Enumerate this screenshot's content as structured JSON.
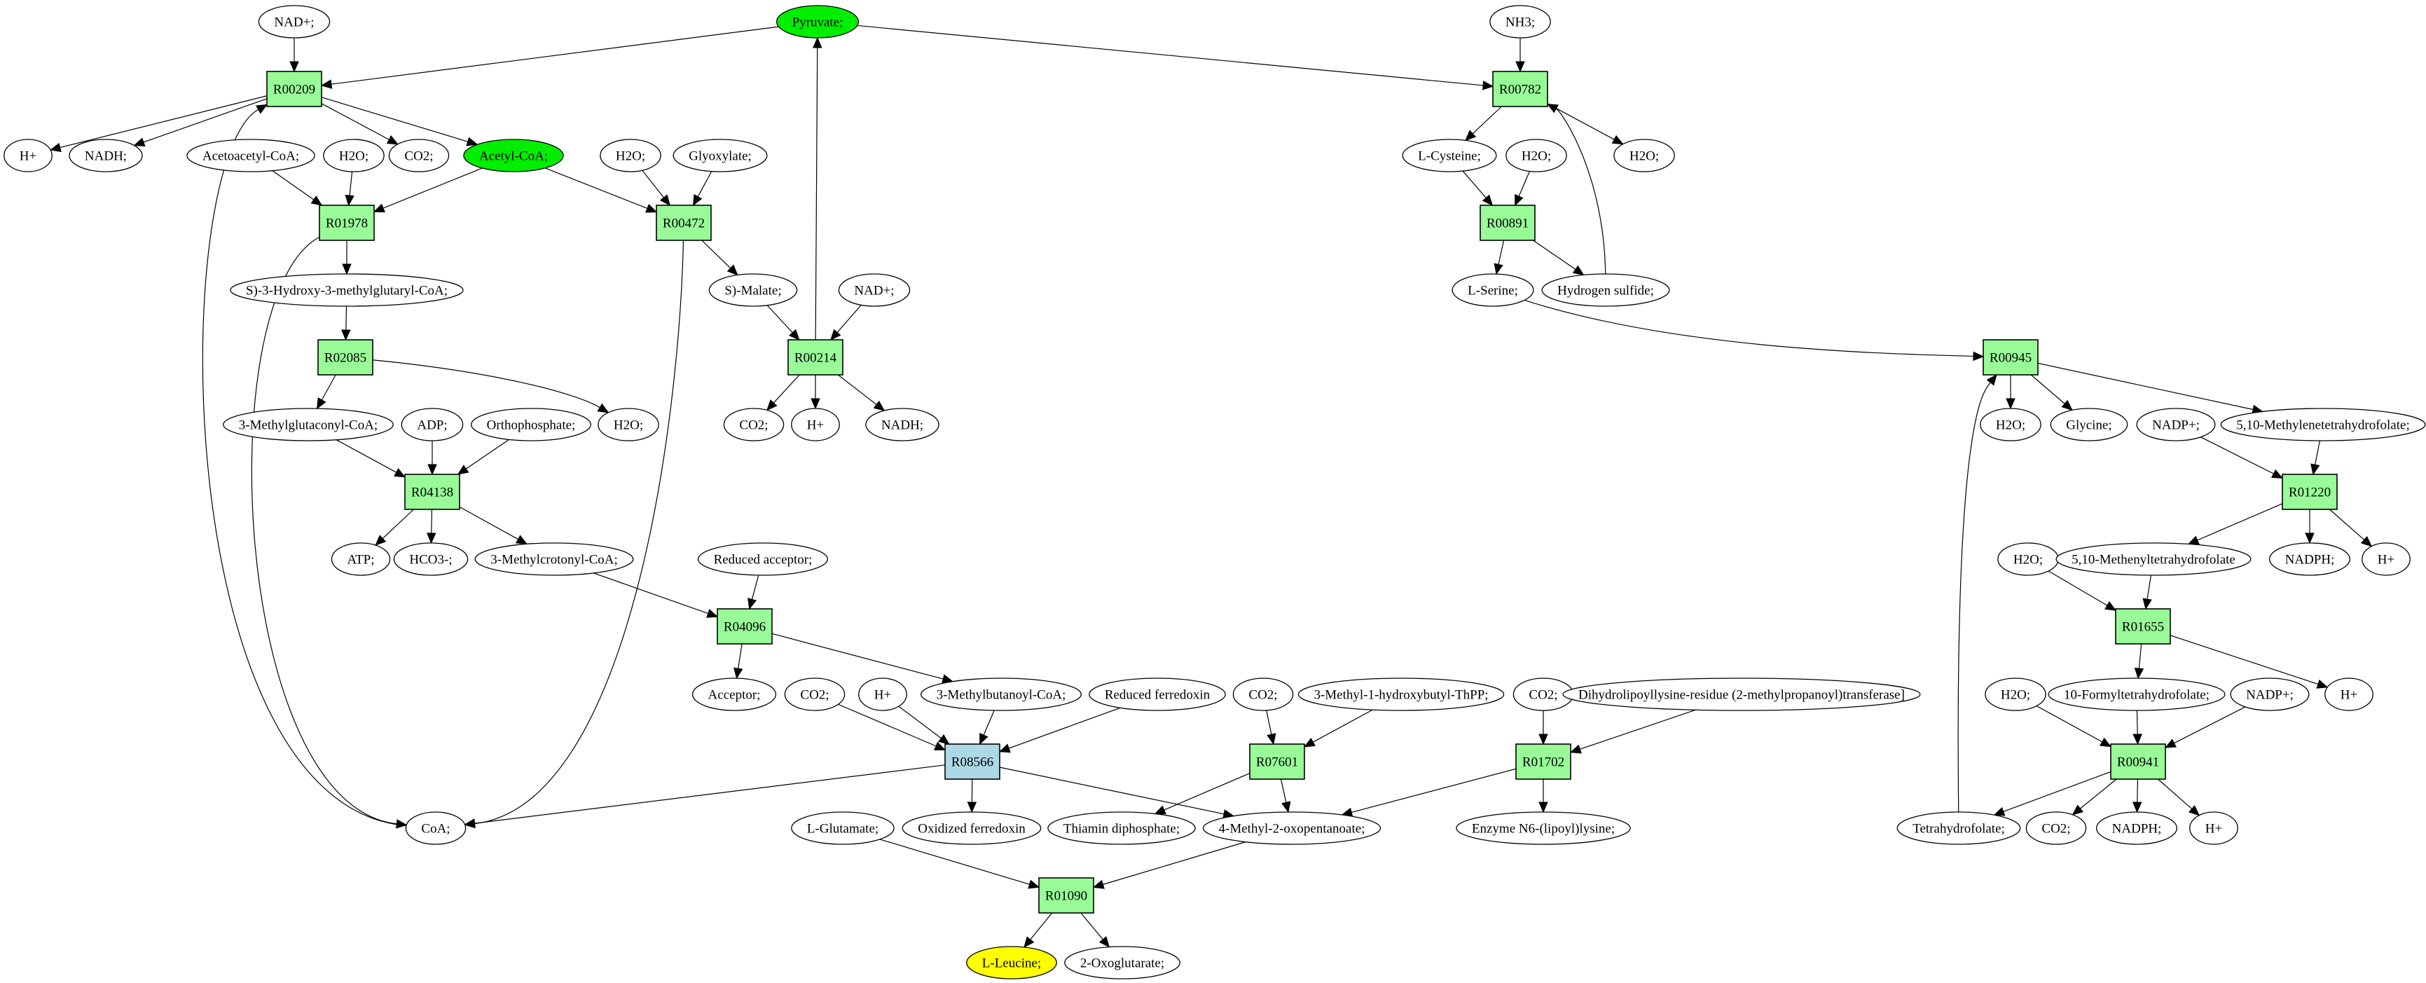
{
  "diagram": {
    "type": "metabolic-pathway-graph",
    "colors": {
      "reaction": "#98fb98",
      "reaction_highlight": "#add8e6",
      "compound": "#ffffff",
      "compound_source": "#00ee00",
      "compound_target": "#ffff00",
      "line": "#000000"
    },
    "nodes": [
      {
        "id": "nad_1",
        "label": "NAD+;",
        "kind": "compound"
      },
      {
        "id": "pyruvate",
        "label": "Pyruvate;",
        "kind": "compound",
        "style": "source"
      },
      {
        "id": "nh3",
        "label": "NH3;",
        "kind": "compound"
      },
      {
        "id": "R00209",
        "label": "R00209",
        "kind": "reaction"
      },
      {
        "id": "R00782",
        "label": "R00782",
        "kind": "reaction"
      },
      {
        "id": "hplus_1",
        "label": "H+",
        "kind": "compound"
      },
      {
        "id": "nadh_1",
        "label": "NADH;",
        "kind": "compound"
      },
      {
        "id": "acetoacetyl",
        "label": "Acetoacetyl-CoA;",
        "kind": "compound"
      },
      {
        "id": "h2o_1",
        "label": "H2O;",
        "kind": "compound"
      },
      {
        "id": "co2_1",
        "label": "CO2;",
        "kind": "compound"
      },
      {
        "id": "acetylcoa",
        "label": "Acetyl-CoA;",
        "kind": "compound",
        "style": "source"
      },
      {
        "id": "h2o_2",
        "label": "H2O;",
        "kind": "compound"
      },
      {
        "id": "glyoxylate",
        "label": "Glyoxylate;",
        "kind": "compound"
      },
      {
        "id": "lcysteine",
        "label": "L-Cysteine;",
        "kind": "compound"
      },
      {
        "id": "h2o_3",
        "label": "H2O;",
        "kind": "compound"
      },
      {
        "id": "h2o_4",
        "label": "H2O;",
        "kind": "compound"
      },
      {
        "id": "R01978",
        "label": "R01978",
        "kind": "reaction"
      },
      {
        "id": "R00472",
        "label": "R00472",
        "kind": "reaction"
      },
      {
        "id": "R00891",
        "label": "R00891",
        "kind": "reaction"
      },
      {
        "id": "hmgcoa",
        "label": "S)-3-Hydroxy-3-methylglutaryl-CoA;",
        "kind": "compound"
      },
      {
        "id": "smalate",
        "label": "S)-Malate;",
        "kind": "compound"
      },
      {
        "id": "nad_2",
        "label": "NAD+;",
        "kind": "compound"
      },
      {
        "id": "lserine",
        "label": "L-Serine;",
        "kind": "compound"
      },
      {
        "id": "h2s",
        "label": "Hydrogen sulfide;",
        "kind": "compound"
      },
      {
        "id": "R02085",
        "label": "R02085",
        "kind": "reaction"
      },
      {
        "id": "R00214",
        "label": "R00214",
        "kind": "reaction"
      },
      {
        "id": "R00945",
        "label": "R00945",
        "kind": "reaction"
      },
      {
        "id": "methylglutaconyl",
        "label": "3-Methylglutaconyl-CoA;",
        "kind": "compound"
      },
      {
        "id": "adp",
        "label": "ADP;",
        "kind": "compound"
      },
      {
        "id": "orthophosphate",
        "label": "Orthophosphate;",
        "kind": "compound"
      },
      {
        "id": "h2o_5",
        "label": "H2O;",
        "kind": "compound"
      },
      {
        "id": "co2_2",
        "label": "CO2;",
        "kind": "compound"
      },
      {
        "id": "hplus_2",
        "label": "H+",
        "kind": "compound"
      },
      {
        "id": "nadh_2",
        "label": "NADH;",
        "kind": "compound"
      },
      {
        "id": "h2o_6",
        "label": "H2O;",
        "kind": "compound"
      },
      {
        "id": "glycine",
        "label": "Glycine;",
        "kind": "compound"
      },
      {
        "id": "nadp_1",
        "label": "NADP+;",
        "kind": "compound"
      },
      {
        "id": "methylenethf",
        "label": "5,10-Methylenetetrahydrofolate;",
        "kind": "compound"
      },
      {
        "id": "R04138",
        "label": "R04138",
        "kind": "reaction"
      },
      {
        "id": "R01220",
        "label": "R01220",
        "kind": "reaction"
      },
      {
        "id": "atp",
        "label": "ATP;",
        "kind": "compound"
      },
      {
        "id": "hco3",
        "label": "HCO3-;",
        "kind": "compound"
      },
      {
        "id": "methylcrotonyl",
        "label": "3-Methylcrotonyl-CoA;",
        "kind": "compound"
      },
      {
        "id": "reducedacceptor",
        "label": "Reduced acceptor;",
        "kind": "compound"
      },
      {
        "id": "h2o_7",
        "label": "H2O;",
        "kind": "compound"
      },
      {
        "id": "methenylthf",
        "label": "5,10-Methenyltetrahydrofolate",
        "kind": "compound"
      },
      {
        "id": "nadph_1",
        "label": "NADPH;",
        "kind": "compound"
      },
      {
        "id": "hplus_3",
        "label": "H+",
        "kind": "compound"
      },
      {
        "id": "R04096",
        "label": "R04096",
        "kind": "reaction"
      },
      {
        "id": "R01655",
        "label": "R01655",
        "kind": "reaction"
      },
      {
        "id": "acceptor",
        "label": "Acceptor;",
        "kind": "compound"
      },
      {
        "id": "co2_3",
        "label": "CO2;",
        "kind": "compound"
      },
      {
        "id": "hplus_4",
        "label": "H+",
        "kind": "compound"
      },
      {
        "id": "methylbutanoyl",
        "label": "3-Methylbutanoyl-CoA;",
        "kind": "compound"
      },
      {
        "id": "reducedferredoxin",
        "label": "Reduced ferredoxin",
        "kind": "compound"
      },
      {
        "id": "co2_4",
        "label": "CO2;",
        "kind": "compound"
      },
      {
        "id": "methylhydroxybutylthpp",
        "label": "3-Methyl-1-hydroxybutyl-ThPP;",
        "kind": "compound"
      },
      {
        "id": "co2_5",
        "label": "CO2;",
        "kind": "compound"
      },
      {
        "id": "dihydrolipoyllysine",
        "label": "Dihydrolipoyllysine-residue (2-methylpropanoyl)transferase]",
        "kind": "compound"
      },
      {
        "id": "h2o_8",
        "label": "H2O;",
        "kind": "compound"
      },
      {
        "id": "formylthf",
        "label": "10-Formyltetrahydrofolate;",
        "kind": "compound"
      },
      {
        "id": "nadp_2",
        "label": "NADP+;",
        "kind": "compound"
      },
      {
        "id": "hplus_5",
        "label": "H+",
        "kind": "compound"
      },
      {
        "id": "R08566",
        "label": "R08566",
        "kind": "reaction",
        "style": "highlight"
      },
      {
        "id": "R07601",
        "label": "R07601",
        "kind": "reaction"
      },
      {
        "id": "R01702",
        "label": "R01702",
        "kind": "reaction"
      },
      {
        "id": "R00941",
        "label": "R00941",
        "kind": "reaction"
      },
      {
        "id": "coa",
        "label": "CoA;",
        "kind": "compound"
      },
      {
        "id": "lglutamate",
        "label": "L-Glutamate;",
        "kind": "compound"
      },
      {
        "id": "oxidizedferredoxin",
        "label": "Oxidized ferredoxin",
        "kind": "compound"
      },
      {
        "id": "thiamindp",
        "label": "Thiamin diphosphate;",
        "kind": "compound"
      },
      {
        "id": "methyloxopentanoate",
        "label": "4-Methyl-2-oxopentanoate;",
        "kind": "compound"
      },
      {
        "id": "enzymelipoyl",
        "label": "Enzyme N6-(lipoyl)lysine;",
        "kind": "compound"
      },
      {
        "id": "thf",
        "label": "Tetrahydrofolate;",
        "kind": "compound"
      },
      {
        "id": "co2_6",
        "label": "CO2;",
        "kind": "compound"
      },
      {
        "id": "nadph_2",
        "label": "NADPH;",
        "kind": "compound"
      },
      {
        "id": "hplus_6",
        "label": "H+",
        "kind": "compound"
      },
      {
        "id": "R01090",
        "label": "R01090",
        "kind": "reaction"
      },
      {
        "id": "lleucine",
        "label": "L-Leucine;",
        "kind": "compound",
        "style": "target"
      },
      {
        "id": "oxoglutarate",
        "label": "2-Oxoglutarate;",
        "kind": "compound"
      }
    ],
    "edges": [
      [
        "nad_1",
        "R00209"
      ],
      [
        "pyruvate",
        "R00209"
      ],
      [
        "R00209",
        "hplus_1"
      ],
      [
        "R00209",
        "nadh_1"
      ],
      [
        "R00209",
        "co2_1"
      ],
      [
        "R00209",
        "acetylcoa"
      ],
      [
        "coa",
        "R00209"
      ],
      [
        "pyruvate",
        "R00782"
      ],
      [
        "nh3",
        "R00782"
      ],
      [
        "R00782",
        "lcysteine"
      ],
      [
        "R00782",
        "h2o_4"
      ],
      [
        "h2s",
        "R00782"
      ],
      [
        "acetoacetyl",
        "R01978"
      ],
      [
        "h2o_1",
        "R01978"
      ],
      [
        "acetylcoa",
        "R01978"
      ],
      [
        "R01978",
        "hmgcoa"
      ],
      [
        "R01978",
        "coa"
      ],
      [
        "acetylcoa",
        "R00472"
      ],
      [
        "h2o_2",
        "R00472"
      ],
      [
        "glyoxylate",
        "R00472"
      ],
      [
        "R00472",
        "smalate"
      ],
      [
        "R00472",
        "coa"
      ],
      [
        "lcysteine",
        "R00891"
      ],
      [
        "h2o_3",
        "R00891"
      ],
      [
        "R00891",
        "lserine"
      ],
      [
        "R00891",
        "h2s"
      ],
      [
        "hmgcoa",
        "R02085"
      ],
      [
        "R02085",
        "methylglutaconyl"
      ],
      [
        "R02085",
        "h2o_5"
      ],
      [
        "smalate",
        "R00214"
      ],
      [
        "nad_2",
        "R00214"
      ],
      [
        "R00214",
        "pyruvate"
      ],
      [
        "R00214",
        "co2_2"
      ],
      [
        "R00214",
        "hplus_2"
      ],
      [
        "R00214",
        "nadh_2"
      ],
      [
        "lserine",
        "R00945"
      ],
      [
        "thf",
        "R00945"
      ],
      [
        "R00945",
        "h2o_6"
      ],
      [
        "R00945",
        "glycine"
      ],
      [
        "R00945",
        "methylenethf"
      ],
      [
        "methylglutaconyl",
        "R04138"
      ],
      [
        "adp",
        "R04138"
      ],
      [
        "orthophosphate",
        "R04138"
      ],
      [
        "R04138",
        "atp"
      ],
      [
        "R04138",
        "hco3"
      ],
      [
        "R04138",
        "methylcrotonyl"
      ],
      [
        "nadp_1",
        "R01220"
      ],
      [
        "methylenethf",
        "R01220"
      ],
      [
        "R01220",
        "methenylthf"
      ],
      [
        "R01220",
        "nadph_1"
      ],
      [
        "R01220",
        "hplus_3"
      ],
      [
        "methylcrotonyl",
        "R04096"
      ],
      [
        "reducedacceptor",
        "R04096"
      ],
      [
        "R04096",
        "acceptor"
      ],
      [
        "R04096",
        "methylbutanoyl"
      ],
      [
        "h2o_7",
        "R01655"
      ],
      [
        "methenylthf",
        "R01655"
      ],
      [
        "R01655",
        "formylthf"
      ],
      [
        "R01655",
        "hplus_5"
      ],
      [
        "co2_3",
        "R08566"
      ],
      [
        "hplus_4",
        "R08566"
      ],
      [
        "methylbutanoyl",
        "R08566"
      ],
      [
        "reducedferredoxin",
        "R08566"
      ],
      [
        "R08566",
        "coa"
      ],
      [
        "R08566",
        "oxidizedferredoxin"
      ],
      [
        "R08566",
        "methyloxopentanoate"
      ],
      [
        "co2_4",
        "R07601"
      ],
      [
        "methylhydroxybutylthpp",
        "R07601"
      ],
      [
        "R07601",
        "thiamindp"
      ],
      [
        "R07601",
        "methyloxopentanoate"
      ],
      [
        "co2_5",
        "R01702"
      ],
      [
        "dihydrolipoyllysine",
        "R01702"
      ],
      [
        "R01702",
        "methyloxopentanoate"
      ],
      [
        "R01702",
        "enzymelipoyl"
      ],
      [
        "h2o_8",
        "R00941"
      ],
      [
        "formylthf",
        "R00941"
      ],
      [
        "nadp_2",
        "R00941"
      ],
      [
        "R00941",
        "thf"
      ],
      [
        "R00941",
        "co2_6"
      ],
      [
        "R00941",
        "nadph_2"
      ],
      [
        "R00941",
        "hplus_6"
      ],
      [
        "lglutamate",
        "R01090"
      ],
      [
        "methyloxopentanoate",
        "R01090"
      ],
      [
        "R01090",
        "lleucine"
      ],
      [
        "R01090",
        "oxoglutarate"
      ]
    ]
  }
}
